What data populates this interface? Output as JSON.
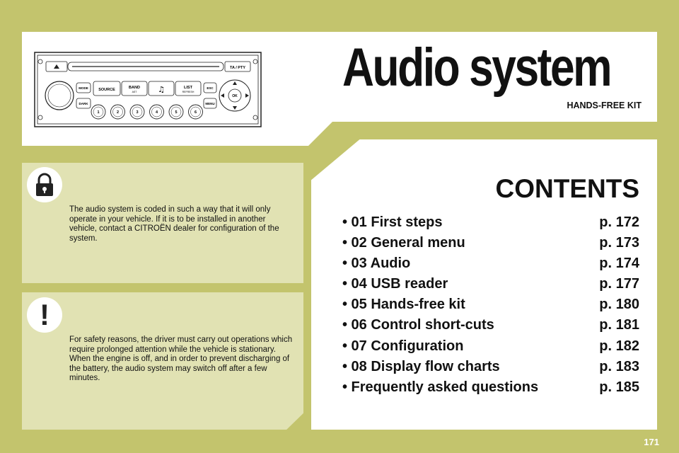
{
  "header": {
    "title": "Audio system",
    "subtitle": "HANDS-FREE KIT"
  },
  "radio": {
    "eject_icon": "eject-icon",
    "ta_pty_label": "TA / PTY",
    "mode_label": "MODE",
    "dark_label": "DARK",
    "source_label": "SOURCE",
    "band_label": "BAND",
    "band_sub": "AST",
    "music_icon": "music-note-icon",
    "list_label": "LIST",
    "list_sub": "REFRESH",
    "esc_label": "ESC",
    "menu_label": "MENU",
    "ok_label": "OK",
    "presets": [
      "1",
      "2",
      "3",
      "4",
      "5",
      "6"
    ]
  },
  "notes": {
    "lock_icon": "padlock-icon",
    "lock_text": "The audio system is coded in such a way that it will only operate in your vehicle. If it is to be installed in another vehicle, contact a CITROËN dealer for configuration of the system.",
    "warning_icon": "exclamation-icon",
    "warning_symbol": "!",
    "warning_text": "For safety reasons, the driver must carry out operations which require prolonged attention while the vehicle is stationary.\nWhen the engine is off, and in order to prevent discharging of the battery, the audio system may switch off after a few minutes."
  },
  "contents": {
    "heading": "CONTENTS",
    "items": [
      {
        "label": "• 01 First steps",
        "page": "p. 172"
      },
      {
        "label": "• 02 General menu",
        "page": "p. 173"
      },
      {
        "label": "• 03 Audio",
        "page": "p. 174"
      },
      {
        "label": "• 04 USB reader",
        "page": "p. 177"
      },
      {
        "label": "• 05 Hands-free kit",
        "page": "p. 180"
      },
      {
        "label": "• 06 Control short-cuts",
        "page": "p. 181"
      },
      {
        "label": "• 07 Configuration",
        "page": "p. 182"
      },
      {
        "label": "• 08 Display flow charts",
        "page": "p. 183"
      },
      {
        "label": "• Frequently asked questions",
        "page": "p. 185"
      }
    ]
  },
  "footer": {
    "page_number": "171"
  }
}
